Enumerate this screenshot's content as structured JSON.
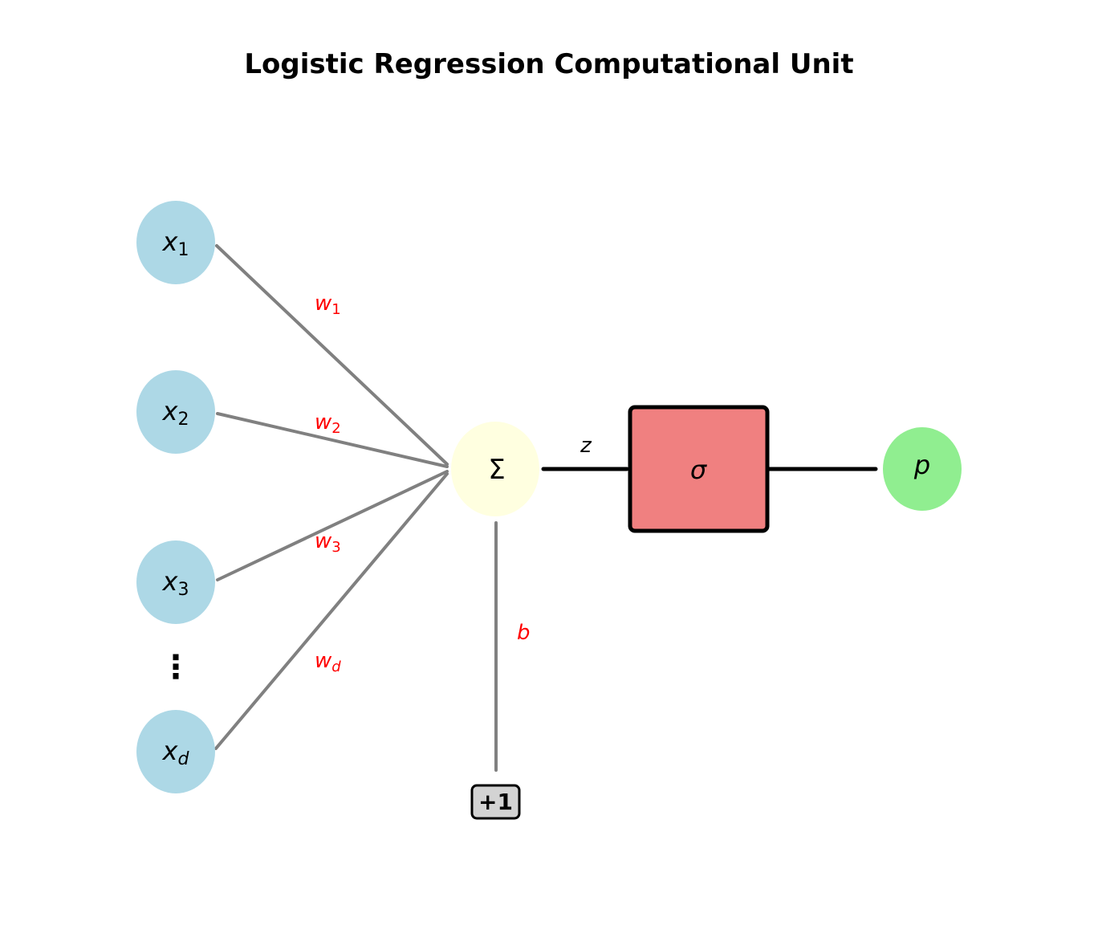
{
  "title": "Logistic Regression Computational Unit",
  "colors": {
    "input_node": "#add8e6",
    "sum_node": "#ffffe0",
    "sigmoid_box": "#f08080",
    "output_node": "#90ee90",
    "edge_gray": "#808080",
    "weight_label": "#ff0000",
    "bias_box": "#d3d3d3"
  },
  "inputs": [
    {
      "base": "x",
      "sub": "1",
      "weight_base": "w",
      "weight_sub": "1"
    },
    {
      "base": "x",
      "sub": "2",
      "weight_base": "w",
      "weight_sub": "2"
    },
    {
      "base": "x",
      "sub": "3",
      "weight_base": "w",
      "weight_sub": "3"
    },
    {
      "base": "x",
      "sub": "d",
      "weight_base": "w",
      "weight_sub": "d"
    }
  ],
  "ellipsis": "⋮",
  "sum_node": {
    "symbol": "Σ"
  },
  "z_label": "z",
  "sigmoid": {
    "symbol": "σ"
  },
  "output": {
    "symbol": "p"
  },
  "bias": {
    "label": "b",
    "input": "+1"
  }
}
